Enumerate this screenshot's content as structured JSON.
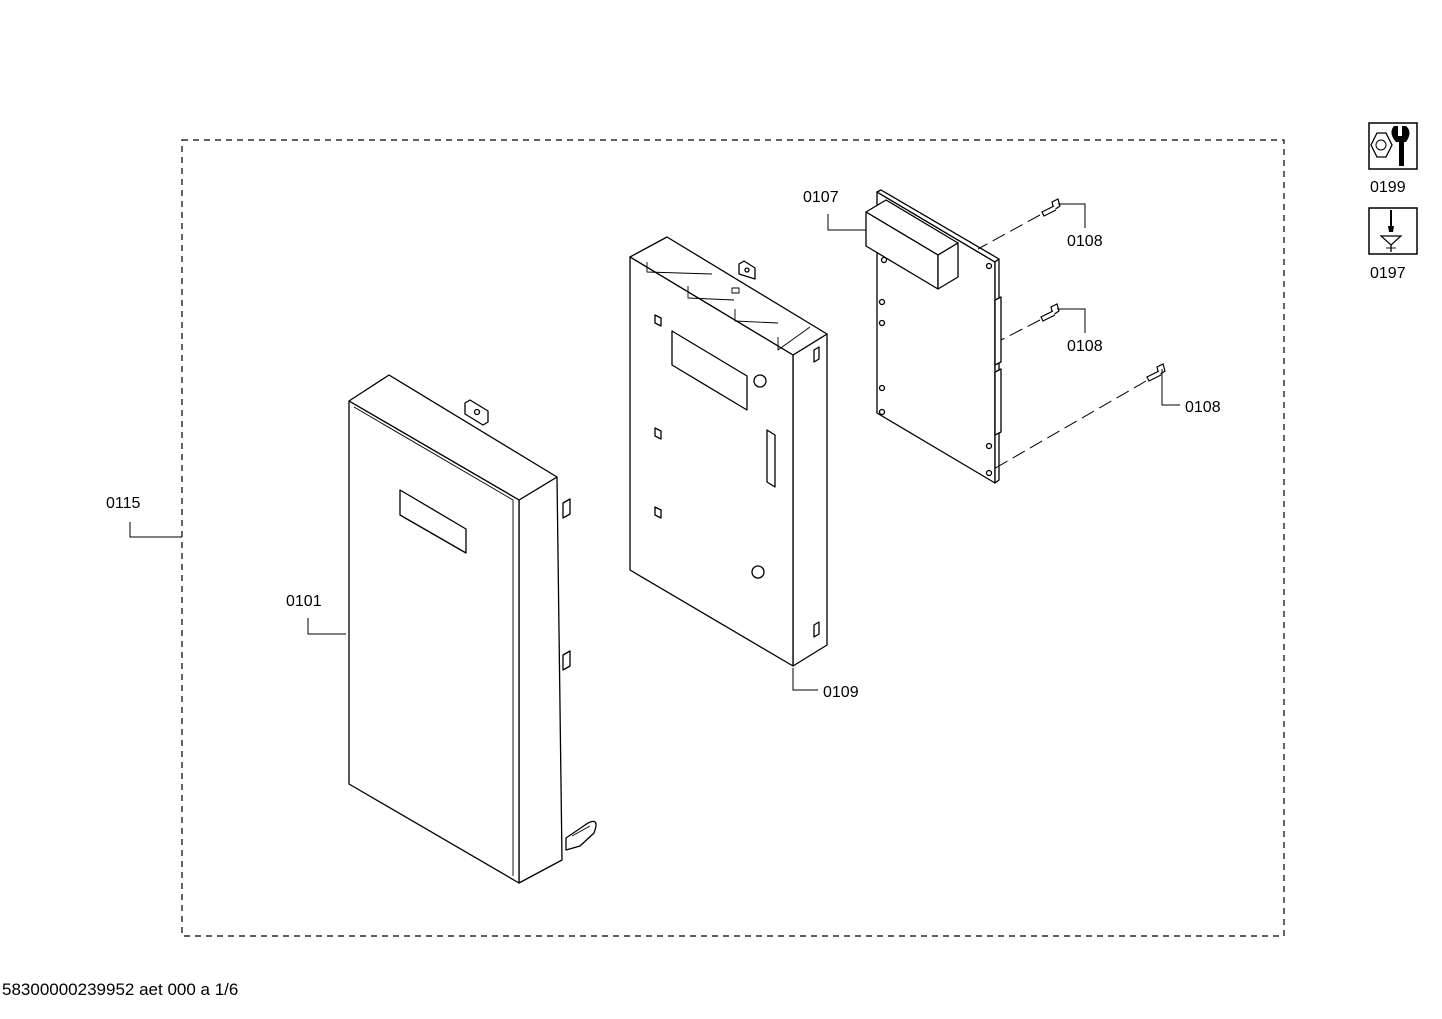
{
  "labels": {
    "assembly": "0115",
    "front_cover": "0101",
    "housing": "0109",
    "module": "0107",
    "screw_top": "0108",
    "screw_middle": "0108",
    "screw_bottom": "0108",
    "tool_key": "0199",
    "tool_screw": "0197"
  },
  "icons": {
    "tool_key": "wrench-nut-icon",
    "tool_screw": "screwdriver-screw-icon"
  },
  "footer": {
    "document_code": "58300000239952 aet 000 a 1/6"
  },
  "colors": {
    "line": "#000000",
    "background": "#ffffff"
  }
}
